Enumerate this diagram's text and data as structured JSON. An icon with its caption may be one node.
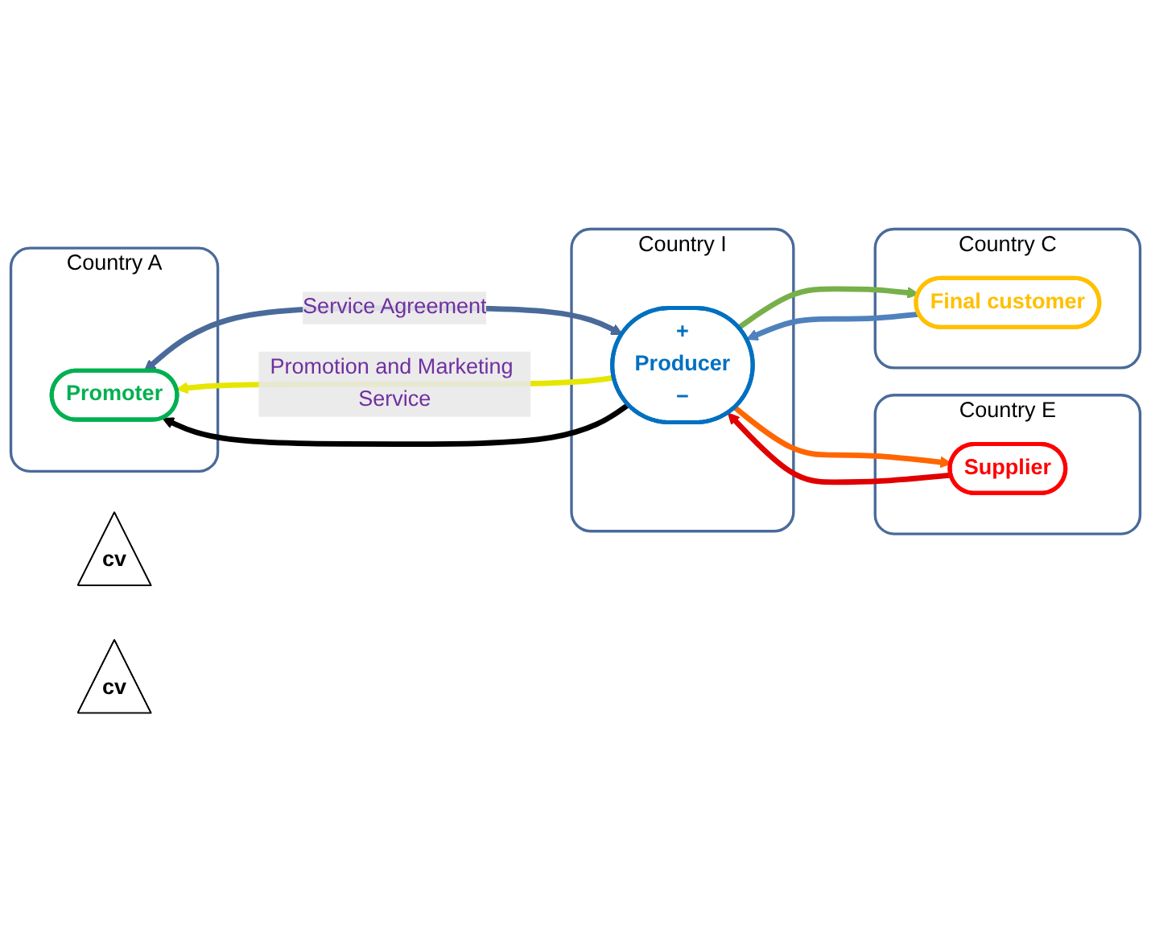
{
  "diagram": {
    "nodes": [
      {
        "text": [
          "Country A"
        ]
      },
      {
        "text": [
          "Promoter"
        ],
        "in": 0
      },
      {
        "text": [
          "Country E"
        ]
      },
      {
        "text": [
          "Supplier"
        ],
        "in": 2
      },
      {
        "text": [
          "Country I"
        ]
      },
      {
        "text": [
          "+",
          "Producer",
          "−"
        ],
        "in": 4
      },
      {
        "text": [
          "Country C"
        ]
      },
      {
        "text": [
          "Final customer"
        ],
        "in": 6
      },
      {
        "text": [
          "cv"
        ]
      },
      {
        "text": [
          "cv"
        ]
      }
    ],
    "edges": [
      {
        "from": 5,
        "to": 1,
        "arrow": "to",
        "label": "Promotion and Marketing Service",
        "color": "#e6e600"
      },
      {
        "from": 5,
        "to": 1,
        "arrow": "to",
        "color": "#000000"
      },
      {
        "from": 1,
        "to": 5,
        "arrow": "both",
        "label": "Service Agreement",
        "color": "#4a6a9a"
      },
      {
        "from": 5,
        "to": 3,
        "arrow": "to",
        "color": "#ff6600"
      },
      {
        "from": 3,
        "to": 5,
        "arrow": "to",
        "color": "#e00000"
      },
      {
        "from": 7,
        "to": 5,
        "arrow": "to",
        "color": "#4f81bd"
      },
      {
        "from": 5,
        "to": 7,
        "arrow": "to",
        "color": "#77b04a"
      }
    ]
  }
}
